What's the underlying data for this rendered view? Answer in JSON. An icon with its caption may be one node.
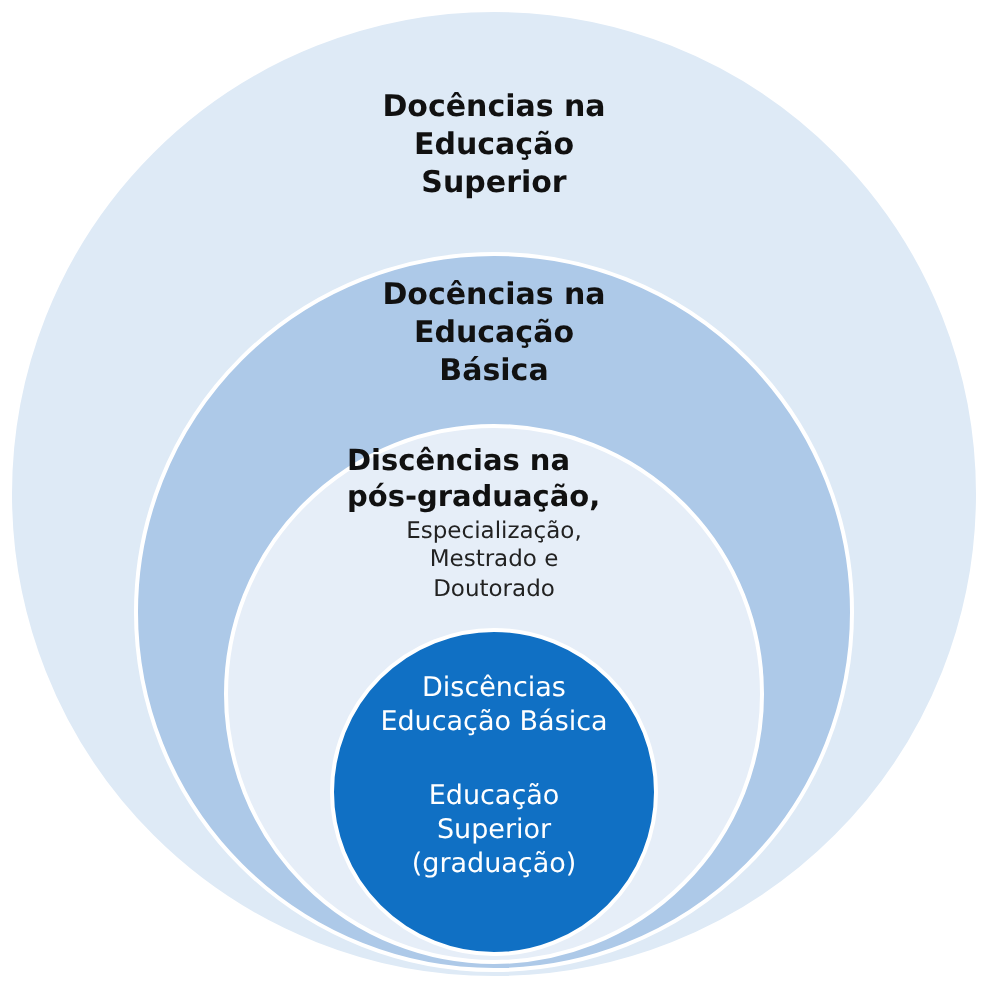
{
  "diagram": {
    "nodes": [
      {
        "text": [
          "Docências na Educação Superior"
        ]
      },
      {
        "text": [
          "Docências na Educação Básica"
        ],
        "in": 0
      },
      {
        "text": [
          "Discências na pós-graduação,",
          "Especialização, Mestrado e Doutorado"
        ],
        "in": 1
      },
      {
        "text": [
          "Discências Educação Básica",
          "Educação Superior (graduação)"
        ],
        "in": 2
      }
    ]
  }
}
